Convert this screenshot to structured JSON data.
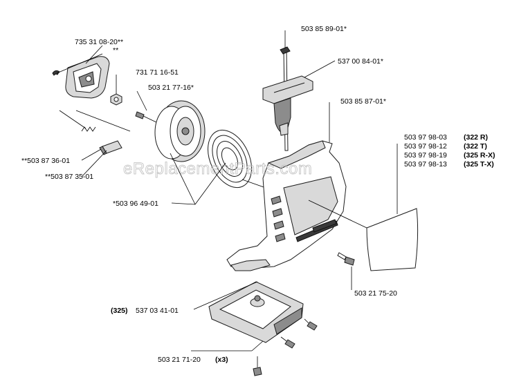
{
  "watermark": "eReplacementParts.com",
  "labels": {
    "p735_31_08_20": "735 31 08-20**",
    "p_double_star": "**",
    "p731_71_16_51": "731 71 16-51",
    "p503_21_77_16": "503 21 77-16*",
    "p503_87_36_01": "**503 87 36-01",
    "p503_87_35_01": "**503 87 35-01",
    "p503_96_49_01": "*503 96 49-01",
    "p503_85_89_01": "503 85 89-01*",
    "p537_00_84_01": "537 00 84-01*",
    "p503_85_87_01": "503 85 87-01*",
    "p503_21_75_20": "503 21 75-20",
    "p537_03_41_01_prefix": "(325)",
    "p537_03_41_01": "537 03 41-01",
    "p503_21_71_20": "503 21 71-20",
    "p503_21_71_20_qty": "(x3)"
  },
  "decal_options": [
    {
      "part": "503 97 98-03",
      "model": "(322 R)"
    },
    {
      "part": "503 97 98-12",
      "model": "(322 T)"
    },
    {
      "part": "503 97 98-19",
      "model": "(325 R-X)"
    },
    {
      "part": "503 97 98-13",
      "model": "(325 T-X)"
    }
  ]
}
